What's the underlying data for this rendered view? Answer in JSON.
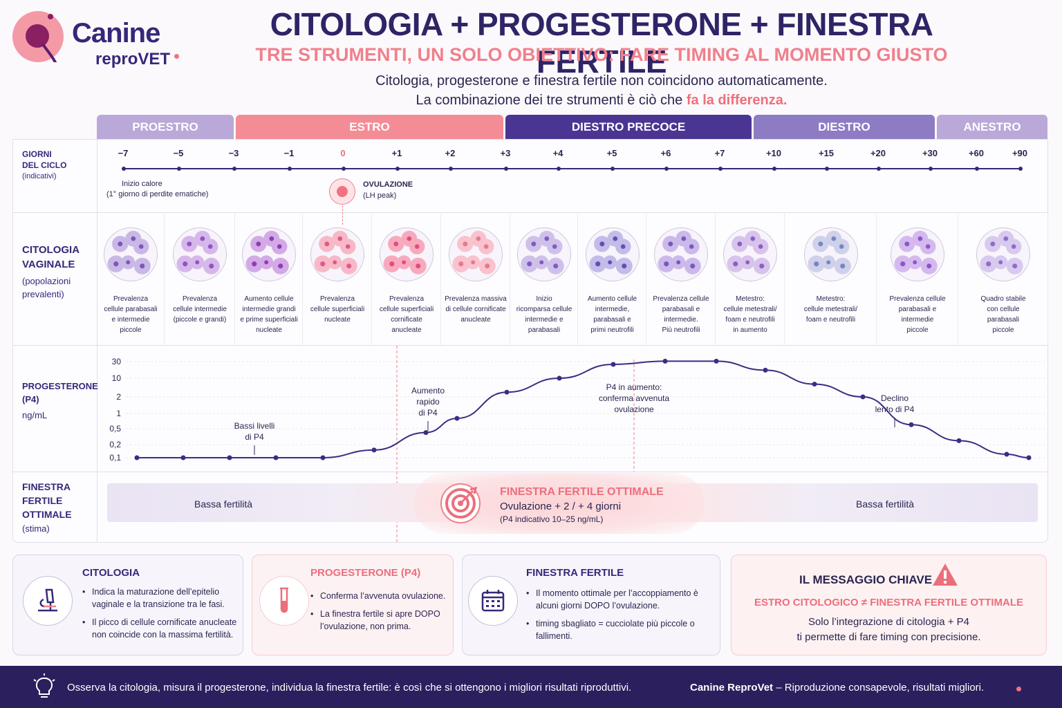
{
  "brand": {
    "name": "Canine",
    "sub": "reproVET"
  },
  "title": "CITOLOGIA + PROGESTERONE + FINESTRA FERTILE",
  "subtitle": "TRE STRUMENTI, UN SOLO OBIETTIVO: FARE TIMING AL MOMENTO GIUSTO",
  "lead": {
    "line1": "Citologia, progesterone e finestra fertile non coincidono automaticamente.",
    "line2_pre": "La combinazione dei tre strumenti è ciò che ",
    "line2_hl": "fa la differenza."
  },
  "phases": [
    {
      "label": "PROESTRO",
      "color": "#b9a8d8"
    },
    {
      "label": "ESTRO",
      "color": "#f48c96"
    },
    {
      "label": "DIESTRO PRECOCE",
      "color": "#4a3593"
    },
    {
      "label": "DIESTRO",
      "color": "#8d7bc4"
    },
    {
      "label": "ANESTRO",
      "color": "#b9a8d8"
    }
  ],
  "rows": {
    "days": {
      "label1": "GIORNI",
      "label2": "DEL CICLO",
      "sub": "(indicativi)"
    },
    "cyto": {
      "label1": "CITOLOGIA",
      "label2": "VAGINALE",
      "sub1": "(popolazioni",
      "sub2": "prevalenti)"
    },
    "p4": {
      "label1": "PROGESTERONE",
      "label2": "(P4)",
      "sub": "ng/mL"
    },
    "fert": {
      "label1": "FINESTRA",
      "label2": "FERTILE",
      "label3": "OTTIMALE",
      "sub": "(stima)"
    }
  },
  "days": [
    "−7",
    "−5",
    "−3",
    "−1",
    "0",
    "+1",
    "+2",
    "+3",
    "+4",
    "+5",
    "+6",
    "+7",
    "+10",
    "+15",
    "+20",
    "+30",
    "+60",
    "+90"
  ],
  "timeline_notes": {
    "heat_start1": "Inizio calore",
    "heat_start2": "(1° giorno di perdite ematiche)",
    "ovulation": "OVULAZIONE",
    "ovulation_sub": "(LH peak)"
  },
  "cytology": [
    {
      "lines": [
        "Prevalenza",
        "cellule parabasali",
        "e intermedie",
        "piccole"
      ]
    },
    {
      "lines": [
        "Prevalenza",
        "cellule intermedie",
        "(piccole e grandi)"
      ]
    },
    {
      "lines": [
        "Aumento cellule",
        "intermedie grandi",
        "e prime superficiali",
        "nucleate"
      ]
    },
    {
      "lines": [
        "Prevalenza",
        "cellule superficiali",
        "nucleate"
      ]
    },
    {
      "lines": [
        "Prevalenza",
        "cellule superficiali",
        "cornificate",
        "anucleate"
      ]
    },
    {
      "lines": [
        "Prevalenza massiva",
        "di cellule cornificate",
        "anucleate"
      ]
    },
    {
      "lines": [
        "Inizio",
        "ricomparsa cellule",
        "intermedie e",
        "parabasali"
      ]
    },
    {
      "lines": [
        "Aumento cellule",
        "intermedie,",
        "parabasali e",
        "primi neutrofili"
      ]
    },
    {
      "lines": [
        "Prevalenza cellule",
        "parabasali e",
        "intermedie.",
        "Più neutrofili"
      ]
    },
    {
      "lines": [
        "Metestro:",
        "cellule metestrali/",
        "foam e neutrofili",
        "in aumento"
      ]
    },
    {
      "lines": [
        "Metestro:",
        "cellule metestrali/",
        "foam e neutrofili"
      ]
    },
    {
      "lines": [
        "Prevalenza cellule",
        "parabasali e",
        "intermedie",
        "piccole"
      ]
    },
    {
      "lines": [
        "Quadro stabile",
        "con cellule",
        "parabasali",
        "piccole"
      ]
    }
  ],
  "chart_data": {
    "type": "line",
    "title": "",
    "xlabel": "",
    "ylabel": "ng/mL",
    "y_ticks": [
      "30",
      "10",
      "2",
      "1",
      "0,5",
      "0,2",
      "0,1"
    ],
    "x": [
      "−7",
      "−5",
      "−3",
      "−1",
      "0",
      "+1",
      "+2",
      "+3",
      "+4",
      "+5",
      "+6",
      "+7",
      "+10",
      "+15",
      "+20",
      "+30",
      "+60",
      "+90"
    ],
    "series": [
      {
        "values": [
          0.1,
          0.1,
          0.1,
          0.1,
          0.1,
          0.15,
          0.4,
          0.8,
          3,
          10,
          25,
          32,
          32,
          17,
          6,
          2,
          0.6,
          0.25,
          0.12,
          0.1
        ]
      }
    ],
    "annotations": [
      {
        "text_lines": [
          "Bassi livelli",
          "di P4"
        ]
      },
      {
        "text_lines": [
          "Aumento",
          "rapido",
          "di P4"
        ]
      },
      {
        "text_lines": [
          "P4 in aumento:",
          "conferma avvenuta",
          "ovulazione"
        ]
      },
      {
        "text_lines": [
          "Declino",
          "lento di P4"
        ]
      }
    ],
    "colors": {
      "line": "#3b2c85",
      "guide": "#f0808c"
    }
  },
  "fertile": {
    "low_left": "Bassa fertilità",
    "low_right": "Bassa fertilità",
    "title": "FINESTRA FERTILE OTTIMALE",
    "line1": "Ovulazione + 2 / + 4 giorni",
    "line2": "(P4 indicativo 10–25 ng/mL)"
  },
  "cards": {
    "cyto": {
      "title": "CITOLOGIA",
      "items": [
        "Indica la maturazione dell’epitelio vaginale e la transizione tra le fasi.",
        "Il picco di cellule cornificate anucleate non coincide con la massima fertilità."
      ],
      "icon": "microscope-icon"
    },
    "p4": {
      "title": "PROGESTERONE (P4)",
      "items": [
        "Conferma l’avvenuta ovulazione.",
        "La finestra fertile si apre DOPO l’ovulazione, non prima."
      ],
      "icon": "test-tube-icon"
    },
    "fw": {
      "title": "FINESTRA FERTILE",
      "items": [
        "Il momento ottimale per l’accoppiamento è alcuni giorni DOPO l’ovulazione.",
        "timing sbagliato = cucciolate più piccole o fallimenti."
      ],
      "icon": "calendar-icon"
    },
    "key": {
      "title": "IL MESSAGGIO CHIAVE",
      "headline": "ESTRO CITOLOGICO ≠ FINESTRA FERTILE OTTIMALE",
      "line1": "Solo l’integrazione di citologia + P4",
      "line2": "ti permette di fare timing con precisione.",
      "icon": "warning-icon"
    }
  },
  "footer": {
    "tip": "Osserva la citologia, misura il progesterone, individua la finestra fertile: è così che si ottengono i migliori risultati riproduttivi.",
    "brand": "Canine ReproVet",
    "tagline": " – Riproduzione consapevole, risultati migliori.",
    "icon": "lightbulb-icon"
  },
  "colors": {
    "primary": "#35287a",
    "accent": "#f0808c",
    "navy": "#2b1f5e"
  }
}
